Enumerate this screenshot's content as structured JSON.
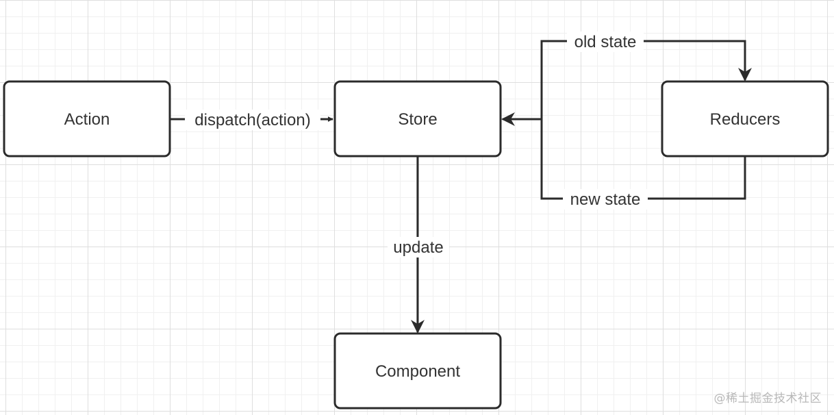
{
  "nodes": {
    "action": "Action",
    "store": "Store",
    "reducers": "Reducers",
    "component": "Component"
  },
  "edges": {
    "dispatch": "dispatch(action)",
    "old_state": "old state",
    "new_state": "new state",
    "update": "update"
  },
  "watermark": "@稀土掘金技术社区",
  "colors": {
    "stroke": "#2b2b2b",
    "text": "#333333",
    "grid": "#dedede",
    "background": "#ffffff"
  }
}
